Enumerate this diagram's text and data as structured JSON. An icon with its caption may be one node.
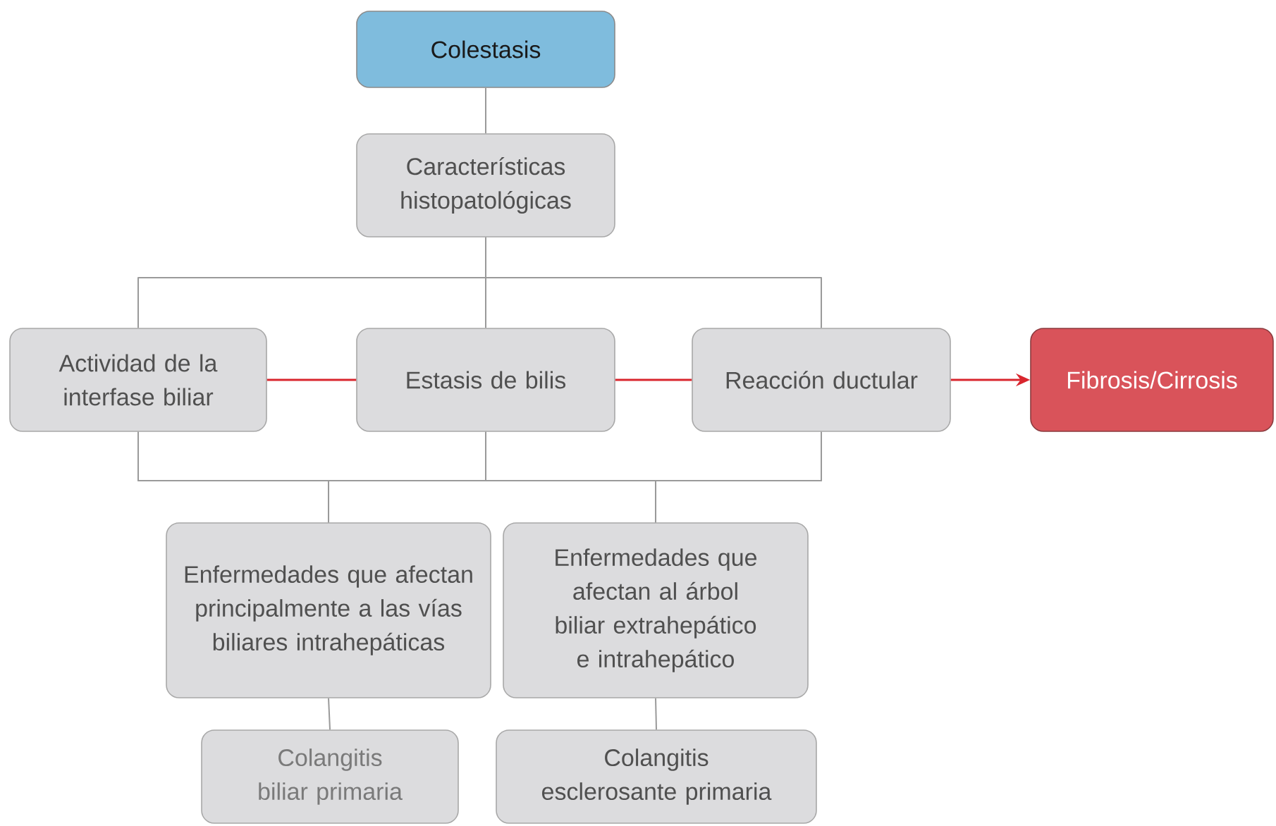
{
  "diagram": {
    "nodes": [
      {
        "text": [
          "Colestasis"
        ]
      },
      {
        "text": [
          "Características histopatológicas"
        ]
      },
      {
        "text": [
          "Actividad de la interfase biliar"
        ]
      },
      {
        "text": [
          "Estasis de bilis"
        ]
      },
      {
        "text": [
          "Reacción ductular"
        ]
      },
      {
        "text": [
          "Fibrosis/Cirrosis"
        ]
      },
      {
        "text": [
          "Enfermedades que afectan principalmente a las vías biliares intrahepáticas"
        ]
      },
      {
        "text": [
          "Enfermedades que afectan al árbol biliar extrahepático e intrahepático"
        ]
      },
      {
        "text": [
          "Colangitis biliar primaria"
        ]
      },
      {
        "text": [
          "Colangitis esclerosante primaria"
        ]
      }
    ],
    "edges": [
      {
        "from": 0,
        "to": 1,
        "arrow": "none"
      },
      {
        "from": 1,
        "to": 2,
        "arrow": "none"
      },
      {
        "from": 1,
        "to": 3,
        "arrow": "none"
      },
      {
        "from": 1,
        "to": 4,
        "arrow": "none"
      },
      {
        "from": 2,
        "to": 3,
        "arrow": "none",
        "color": "#d9262e"
      },
      {
        "from": 3,
        "to": 4,
        "arrow": "none",
        "color": "#d9262e"
      },
      {
        "from": 4,
        "to": 5,
        "arrow": "to",
        "color": "#d9262e"
      },
      {
        "from": 2,
        "to": 6,
        "arrow": "none"
      },
      {
        "from": 3,
        "to": 6,
        "arrow": "none"
      },
      {
        "from": 4,
        "to": 6,
        "arrow": "none"
      },
      {
        "from": 2,
        "to": 7,
        "arrow": "none"
      },
      {
        "from": 3,
        "to": 7,
        "arrow": "none"
      },
      {
        "from": 4,
        "to": 7,
        "arrow": "none"
      },
      {
        "from": 6,
        "to": 8,
        "arrow": "none"
      },
      {
        "from": 7,
        "to": 9,
        "arrow": "none"
      }
    ]
  }
}
